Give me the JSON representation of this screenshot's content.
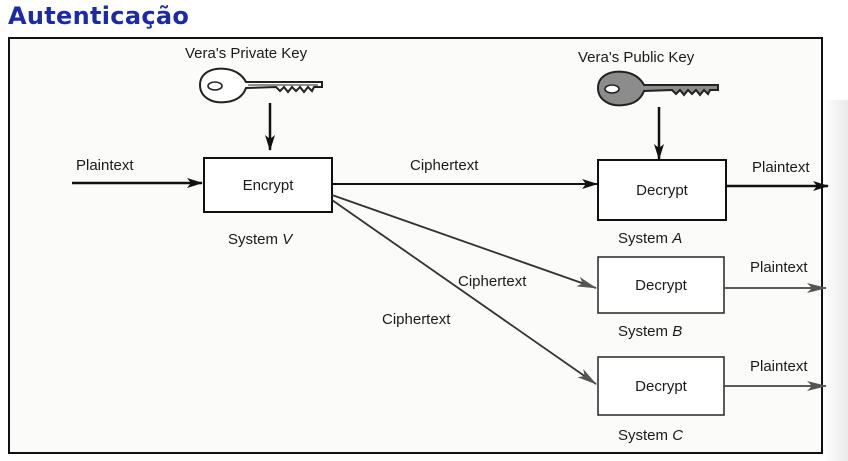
{
  "slide": {
    "title": "Autenticação"
  },
  "diagram": {
    "keys": {
      "private_label": "Vera's Private Key",
      "public_label": "Vera's Public Key"
    },
    "input_label": "Plaintext",
    "sender": {
      "box_label": "Encrypt",
      "system_prefix": "System",
      "system_letter": "V"
    },
    "receivers": [
      {
        "box_label": "Decrypt",
        "system_prefix": "System",
        "system_letter": "A",
        "cipher_label": "Ciphertext",
        "output_label": "Plaintext"
      },
      {
        "box_label": "Decrypt",
        "system_prefix": "System",
        "system_letter": "B",
        "cipher_label": "Ciphertext",
        "output_label": "Plaintext"
      },
      {
        "box_label": "Decrypt",
        "system_prefix": "System",
        "system_letter": "C",
        "cipher_label": "Ciphertext",
        "output_label": "Plaintext"
      }
    ],
    "colors": {
      "title": "#1a2aa8",
      "private_key_fill": "#ffffff",
      "public_key_fill": "#8c8c8c"
    }
  }
}
